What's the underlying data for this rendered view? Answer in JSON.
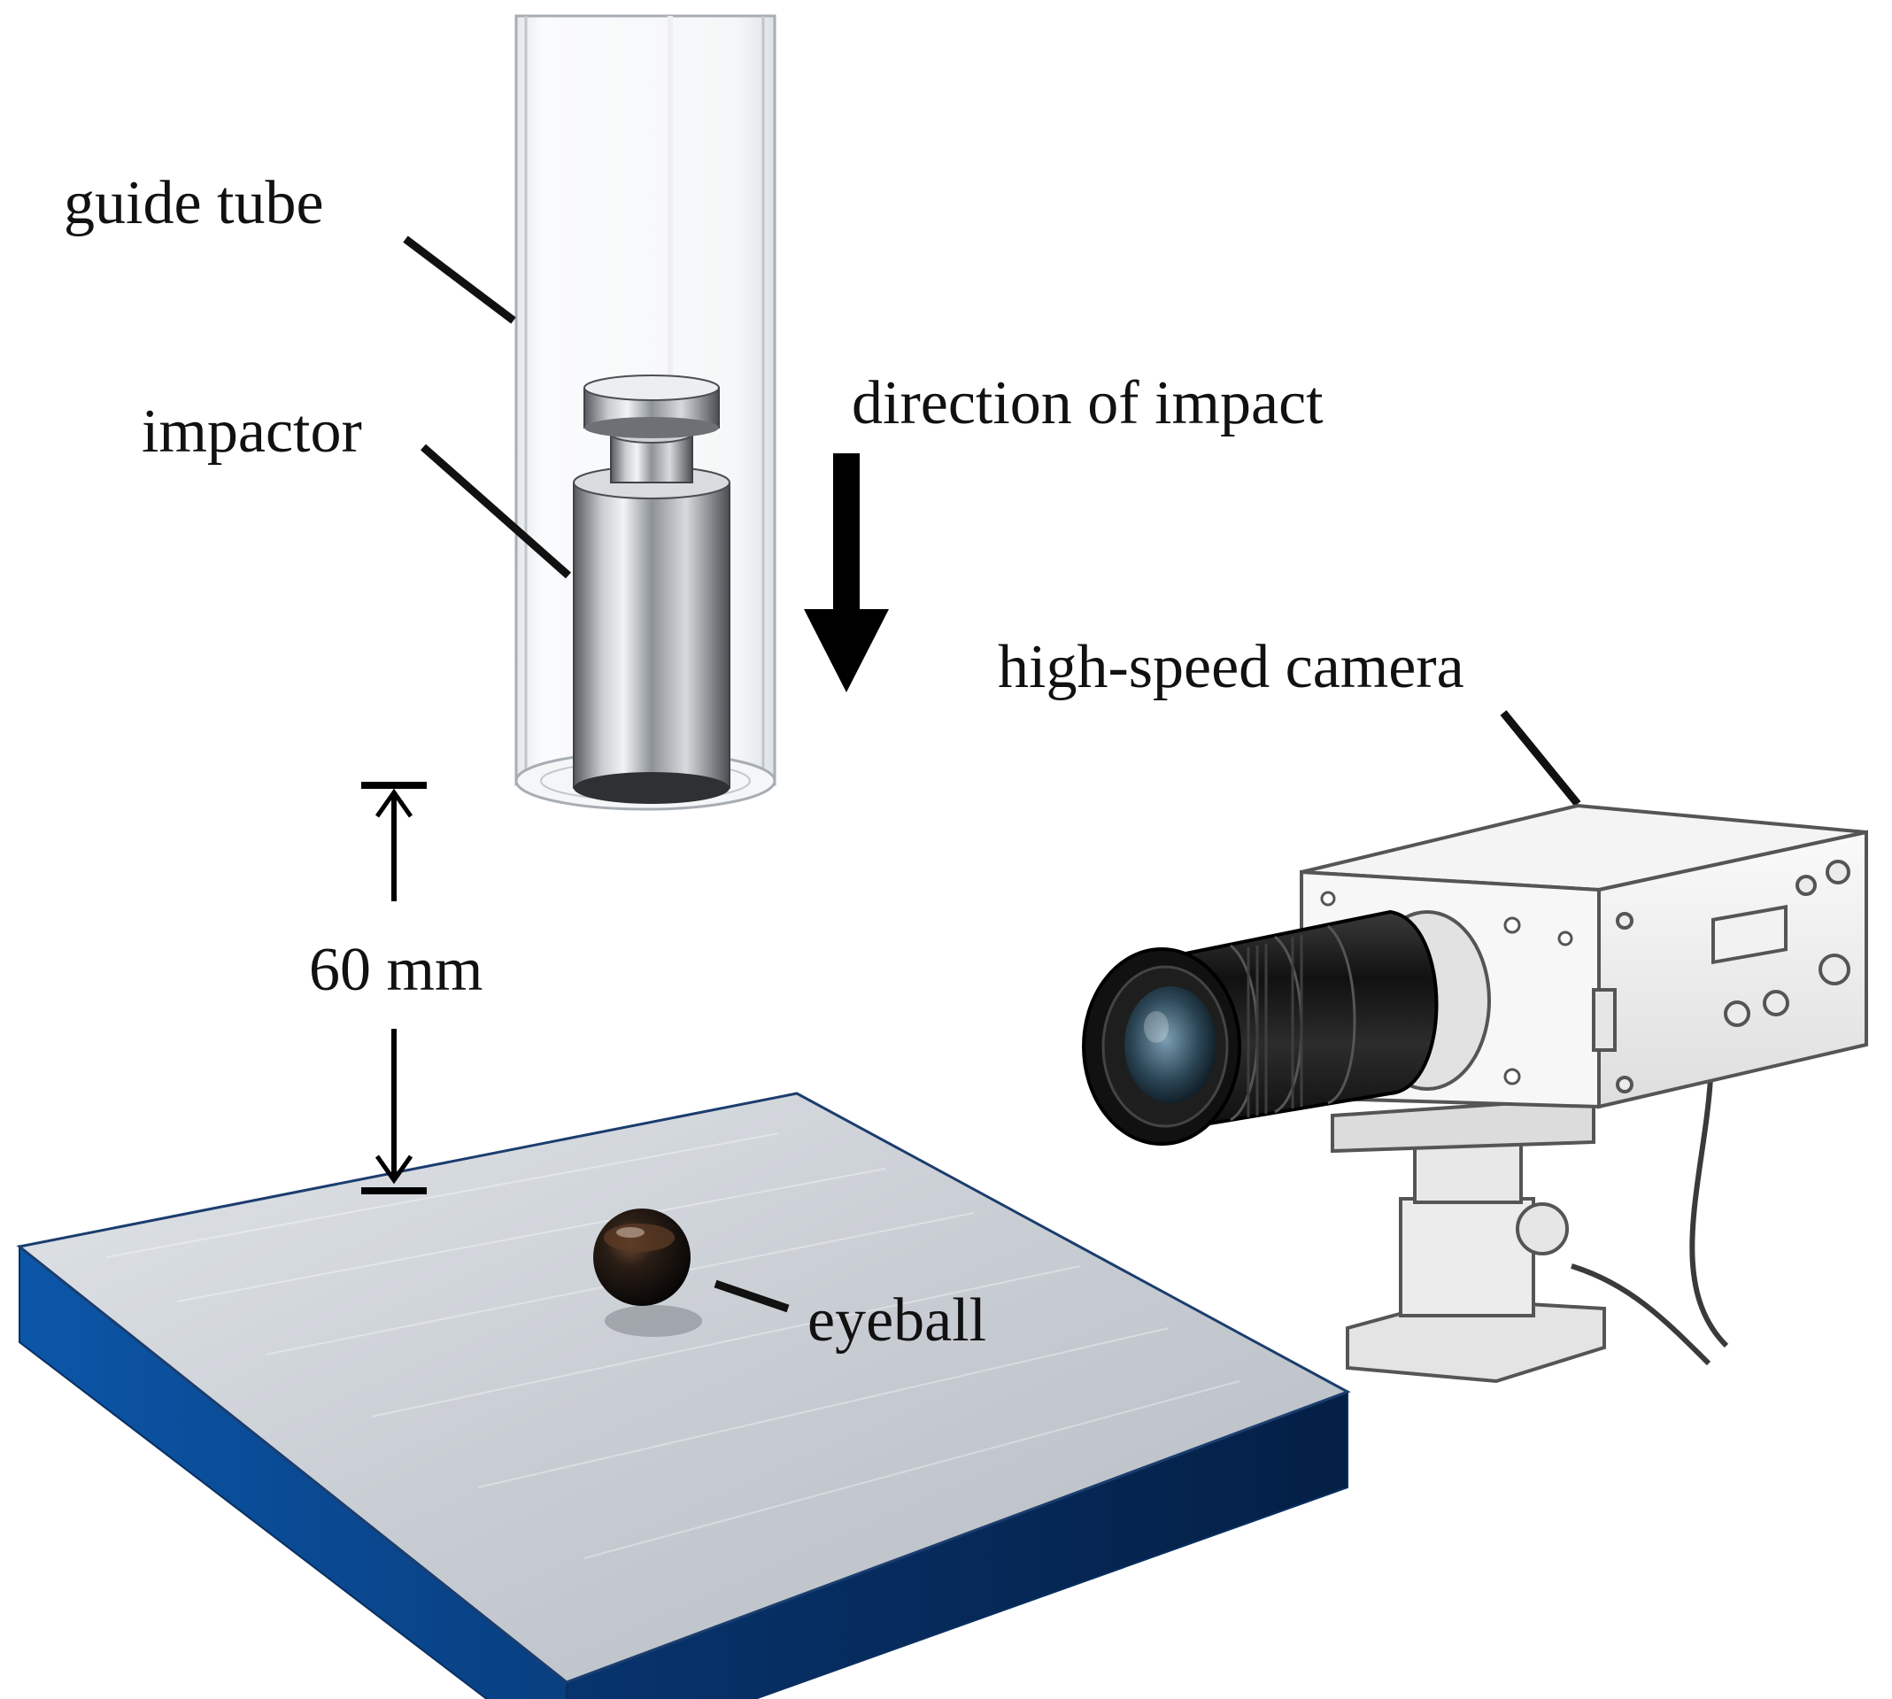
{
  "labels": {
    "guide_tube": "guide tube",
    "impactor": "impactor",
    "direction": "direction of impact",
    "camera": "high-speed camera",
    "distance": "60 mm",
    "eyeball": "eyeball"
  },
  "colors": {
    "text": "#111111",
    "plate_top": "#cfd4d9",
    "plate_side_left": "#0a4f9c",
    "plate_side_front": "#062a5a",
    "metal": "#9aa0a6",
    "camera_body": "#eeeeee",
    "lens": "#1b1b1b"
  }
}
